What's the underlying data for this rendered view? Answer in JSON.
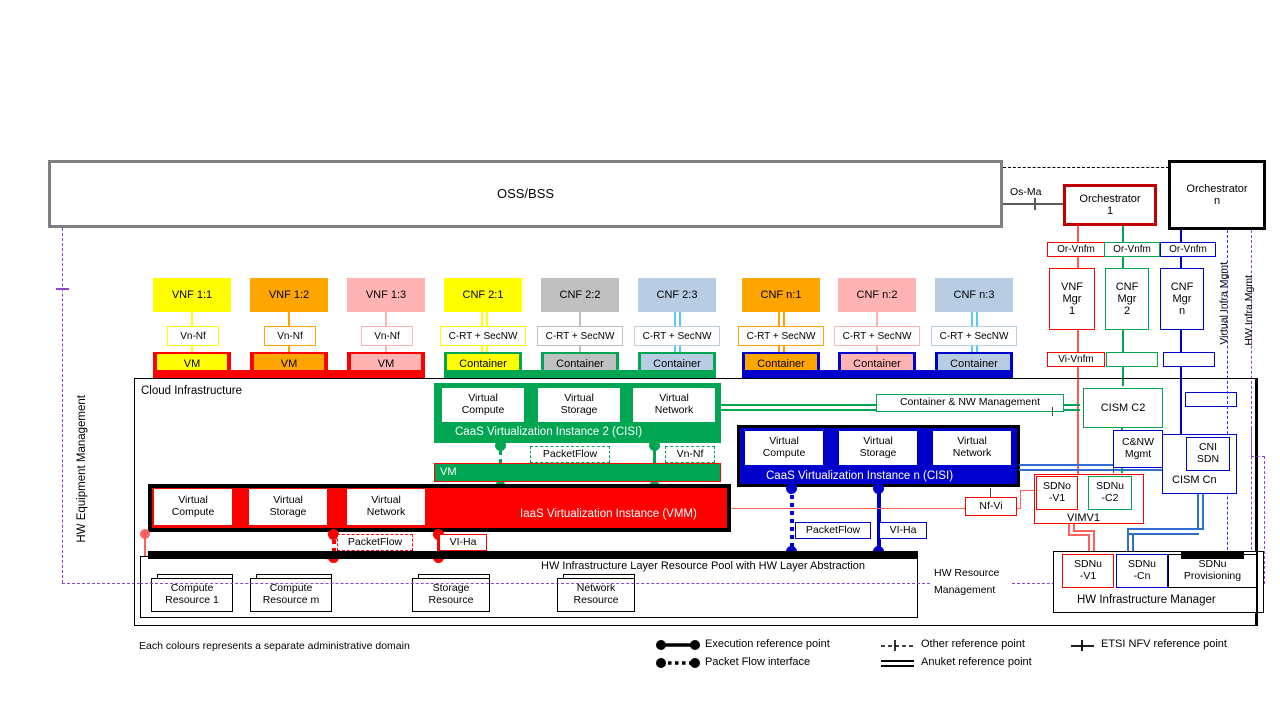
{
  "top": {
    "ossbss": "OSS/BSS",
    "os_ma": "Os-Ma",
    "orchestrator1": "Orchestrator\n1",
    "orchestrator1_line1": "Orchestrator",
    "orchestrator1_line2": "1",
    "orchestrator_n_line1": "Orchestrator",
    "orchestrator_n_line2": "n"
  },
  "functions": [
    {
      "name": "VNF 1:1",
      "fill": "#FFFF00",
      "ref": "Vn-Nf",
      "unit": "VM",
      "accent": "#FFFF00",
      "base": "#FF0000"
    },
    {
      "name": "VNF 1:2",
      "fill": "#FFA500",
      "ref": "Vn-Nf",
      "unit": "VM",
      "accent": "#FFA500",
      "base": "#FF0000"
    },
    {
      "name": "VNF 1:3",
      "fill": "#FFB3B3",
      "ref": "Vn-Nf",
      "unit": "VM",
      "accent": "#FFB3B3",
      "base": "#FF0000"
    },
    {
      "name": "CNF 2:1",
      "fill": "#FFFF00",
      "ref": "C-RT + SecNW",
      "unit": "Container",
      "accent": "#FFFF00",
      "base": "#00A651"
    },
    {
      "name": "CNF 2:2",
      "fill": "#C0C0C0",
      "ref": "C-RT + SecNW",
      "unit": "Container",
      "accent": "#C0C0C0",
      "base": "#00A651"
    },
    {
      "name": "CNF 2:3",
      "fill": "#B8CCE4",
      "ref": "C-RT + SecNW",
      "unit": "Container",
      "accent": "#5BC8F5",
      "base": "#00A651"
    },
    {
      "name": "CNF n:1",
      "fill": "#FFA500",
      "ref": "C-RT + SecNW",
      "unit": "Container",
      "accent": "#FFA500",
      "base": "#0000CC"
    },
    {
      "name": "CNF n:2",
      "fill": "#FFB3B3",
      "ref": "C-RT + SecNW",
      "unit": "Container",
      "accent": "#FFB3B3",
      "base": "#0000CC"
    },
    {
      "name": "CNF n:3",
      "fill": "#B8CCE4",
      "ref": "C-RT + SecNW",
      "unit": "Container",
      "accent": "#5BC8F5",
      "base": "#0000CC"
    }
  ],
  "cloud": {
    "title": "Cloud Infrastructure",
    "vc": "Virtual\nCompute",
    "vc1": "Virtual",
    "vc2": "Compute",
    "vs1": "Virtual",
    "vs2": "Storage",
    "vn1": "Virtual",
    "vn2": "Network",
    "cisi2": "CaaS Virtualization Instance 2 (CISI)",
    "cisin": "CaaS Virtualization Instance n (CISI)",
    "vmm": "IaaS Virtualization Instance (VMM)",
    "vm": "VM",
    "packetflow": "PacketFlow",
    "vn_nf": "Vn-Nf",
    "vi_ha": "VI-Ha",
    "nf_vi": "Nf-Vi",
    "container_nw_mgmt": "Container & NW Management",
    "hw_pool": "HW Infrastructure Layer Resource Pool with HW Layer Abstraction",
    "resources": [
      {
        "l1": "Compute",
        "l2": "Resource 1"
      },
      {
        "l1": "Compute",
        "l2": "Resource m"
      },
      {
        "l1": "Storage",
        "l2": "Resource"
      },
      {
        "l1": "Network",
        "l2": "Resource"
      }
    ]
  },
  "managers": [
    {
      "l1": "VNF",
      "l2": "Mgr",
      "l3": "1",
      "color": "#FF0000",
      "or": "Or-Vnfm",
      "vi": "Vi-Vnfm"
    },
    {
      "l1": "CNF",
      "l2": "Mgr",
      "l3": "2",
      "color": "#00A651",
      "or": "Or-Vnfm",
      "vi": ""
    },
    {
      "l1": "CNF",
      "l2": "Mgr",
      "l3": "n",
      "color": "#0000CC",
      "or": "Or-Vnfm",
      "vi": ""
    }
  ],
  "right": {
    "cism_c2": "CISM C2",
    "cism_cn": "CISM Cn",
    "cni_sdn_1": "CNI",
    "cni_sdn_2": "SDN",
    "cnw_1": "C&NW",
    "cnw_2": "Mgmt",
    "sdno_v1_1": "SDNo",
    "sdno_v1_2": "-V1",
    "sdnu_c2_1": "SDNu",
    "sdnu_c2_2": "-C2",
    "vimv1": "VIMV1",
    "sdnu_v1_1": "SDNu",
    "sdnu_v1_2": "-V1",
    "sdnu_cn_1": "SDNu",
    "sdnu_cn_2": "-Cn",
    "sdnu_prov_1": "SDNu",
    "sdnu_prov_2": "Provisioning",
    "hw_infra_mgr": "HW Infrastructure Manager",
    "hw_res_mgmt_1": "HW Resource",
    "hw_res_mgmt_2": "Management",
    "virtual_infra_mgmt": "Virtual Infra Mgmt",
    "hw_infra_mgmt": "HW Infra Mgmt"
  },
  "left": {
    "hw_equip_mgmt": "HW Equipment Management"
  },
  "legend": {
    "note": "Each colours represents a separate administrative domain",
    "items": [
      {
        "key": "execution-reference-point",
        "label": "Execution reference point"
      },
      {
        "key": "packet-flow-interface",
        "label": "Packet Flow interface"
      },
      {
        "key": "other-reference-point",
        "label": "Other reference point"
      },
      {
        "key": "anuket-reference-point",
        "label": "Anuket reference point"
      },
      {
        "key": "etsi-nfv-reference-point",
        "label": "ETSI NFV reference point"
      }
    ]
  },
  "colors": {
    "red": "#FF0000",
    "green": "#00A651",
    "blue": "#0000CC",
    "blue_light": "#2F6FD0",
    "yellow": "#FFFF00",
    "orange": "#FFA500",
    "pink": "#FFB3B3",
    "gray": "#C0C0C0",
    "steel": "#B8CCE4",
    "purple": "#8E44C8",
    "dark_red": "#C00000",
    "ossbss_border": "#808080"
  }
}
